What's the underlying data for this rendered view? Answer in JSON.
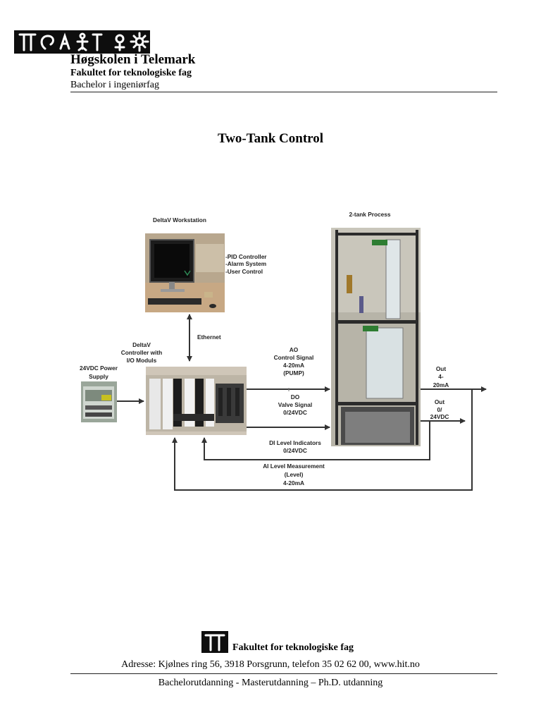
{
  "header": {
    "school_name": "Høgskolen i Telemark",
    "faculty": "Fakultet for teknologiske fag",
    "program": "Bachelor i ingeniørfag"
  },
  "title": "Two-Tank Control",
  "diagram": {
    "workstation_label": "DeltaV Workstation",
    "workstation_functions": [
      "-PID Controller",
      "-Alarm System",
      "-User Control"
    ],
    "process_label": "2-tank Process",
    "ethernet_label": "Ethernet",
    "controller_label": [
      "DeltaV",
      "Controller with",
      "I/O Moduls"
    ],
    "power_supply_label": [
      "24VDC Power",
      "Supply"
    ],
    "ao_label": [
      "AO",
      "Control Signal",
      "4-20mA",
      "(PUMP)"
    ],
    "do_label": [
      "DO",
      "Valve Signal",
      "0/24VDC"
    ],
    "di_label": [
      "DI Level Indicators",
      "0/24VDC"
    ],
    "ai_label": [
      "AI Level Measurement",
      "(Level)",
      "4-20mA"
    ],
    "out_analog_label": [
      "Out",
      "4-",
      "20mA"
    ],
    "out_digital_label": [
      "Out",
      "0/",
      "24VDC"
    ]
  },
  "footer": {
    "faculty": "Fakultet for teknologiske fag",
    "address": "Adresse: Kjølnes ring 56, 3918 Porsgrunn, telefon 35 02 62 00, www.hit.no",
    "programs": "Bachelorutdanning - Masterutdanning – Ph.D. utdanning"
  },
  "colors": {
    "logo_background": "#0e0e0e",
    "diagram_line": "#333333"
  }
}
